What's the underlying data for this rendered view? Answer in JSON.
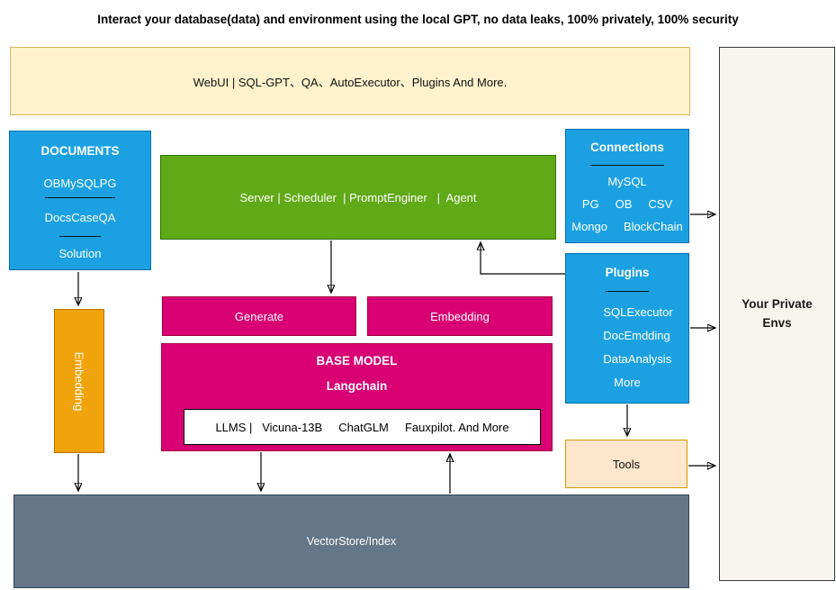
{
  "title": "Interact your database(data) and environment using the local GPT, no data leaks, 100% privately, 100% security",
  "webui": {
    "label": "WebUI | SQL-GPT、QA、AutoExecutor、Plugins And More."
  },
  "documents": {
    "title": "DOCUMENTS",
    "row1": [
      "OB",
      "MySQL",
      "PG"
    ],
    "row2": [
      "Docs",
      "Case",
      "QA"
    ],
    "row3": "Solution"
  },
  "server": {
    "label": "Server | Scheduler  | PromptEnginer   |  Agent"
  },
  "connections": {
    "title": "Connections",
    "row1": "MySQL",
    "row2": [
      "PG",
      "OB",
      "CSV"
    ],
    "row3": [
      "Mongo",
      "BlockChain"
    ]
  },
  "plugins": {
    "title": "Plugins",
    "items": [
      "SQLExecutor",
      "DocEmdding",
      "DataAnalysis",
      "More"
    ]
  },
  "generate": {
    "label": "Generate"
  },
  "embedding_pink": {
    "label": "Embedding"
  },
  "base_model": {
    "title": "BASE MODEL",
    "subtitle": "Langchain",
    "llms_line": "LLMS |   Vicuna-13B     ChatGLM     Fauxpilot. And More"
  },
  "embedding_orange": {
    "label": "Embedding"
  },
  "tools": {
    "label": "Tools"
  },
  "vectorstore": {
    "label": "VectorStore/Index"
  },
  "private_envs": {
    "label": "Your Private Envs"
  },
  "colors": {
    "blue": "#1BA1E2",
    "green": "#60A917",
    "pink": "#D80073",
    "orange": "#F0A30A",
    "yellow_strip": "#FFF2CC",
    "tools_fill": "#FFE6CC",
    "gray": "#647687",
    "envs_cream": "#F8F5EC"
  }
}
